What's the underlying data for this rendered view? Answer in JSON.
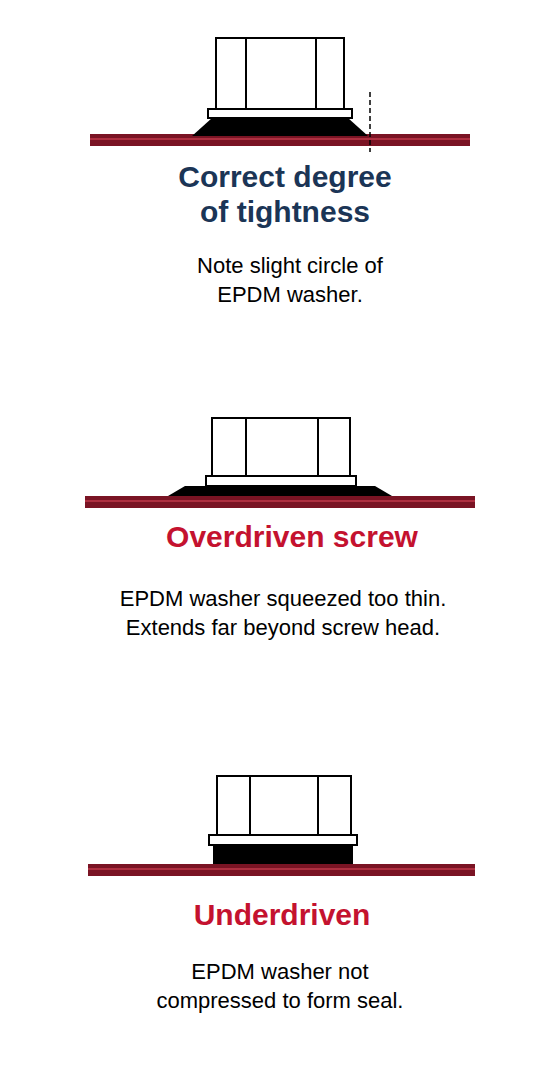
{
  "diagram": {
    "labels": [
      "Correct degree of tightness",
      "Note slight circle of EPDM washer.",
      "Overdriven screw",
      "EPDM washer squeezed too thin. Extends far beyond screw head.",
      "Underdriven",
      "EPDM washer not compressed to form seal."
    ]
  }
}
